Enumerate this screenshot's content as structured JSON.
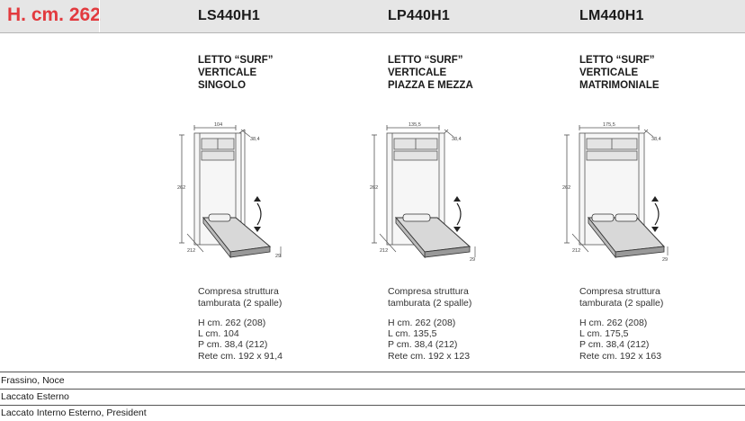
{
  "header": {
    "height_label": "H. cm. 262"
  },
  "columns": [
    {
      "code": "LS440H1",
      "title_lines": [
        "LETTO “SURF”",
        "VERTICALE",
        "SINGOLO"
      ],
      "dims": {
        "width": "104",
        "depth": "38,4",
        "height": "262",
        "bed_length": "212",
        "base": "29"
      },
      "description_lines": [
        "Compresa struttura",
        "tamburata (2 spalle)"
      ],
      "spec_lines": [
        "H cm. 262 (208)",
        "L  cm. 104",
        "P  cm. 38,4 (212)",
        "Rete cm. 192 x 91,4"
      ],
      "pillows": 1
    },
    {
      "code": "LP440H1",
      "title_lines": [
        "LETTO “SURF”",
        "VERTICALE",
        "PIAZZA E MEZZA"
      ],
      "dims": {
        "width": "135,5",
        "depth": "38,4",
        "height": "262",
        "bed_length": "212",
        "base": "29"
      },
      "description_lines": [
        "Compresa struttura",
        "tamburata (2 spalle)"
      ],
      "spec_lines": [
        "H cm. 262 (208)",
        "L  cm. 135,5",
        "P  cm. 38,4 (212)",
        "Rete cm. 192 x 123"
      ],
      "pillows": 1
    },
    {
      "code": "LM440H1",
      "title_lines": [
        "LETTO “SURF”",
        "VERTICALE",
        "MATRIMONIALE"
      ],
      "dims": {
        "width": "175,5",
        "depth": "38,4",
        "height": "262",
        "bed_length": "212",
        "base": "29"
      },
      "description_lines": [
        "Compresa struttura",
        "tamburata (2 spalle)"
      ],
      "spec_lines": [
        "H cm. 262 (208)",
        "L  cm. 175,5",
        "P  cm. 38,4 (212)",
        "Rete cm. 192 x 163"
      ],
      "pillows": 2
    }
  ],
  "finish_rows": [
    "Frassino, Noce",
    "Laccato Esterno",
    "Laccato Interno Esterno, President"
  ]
}
